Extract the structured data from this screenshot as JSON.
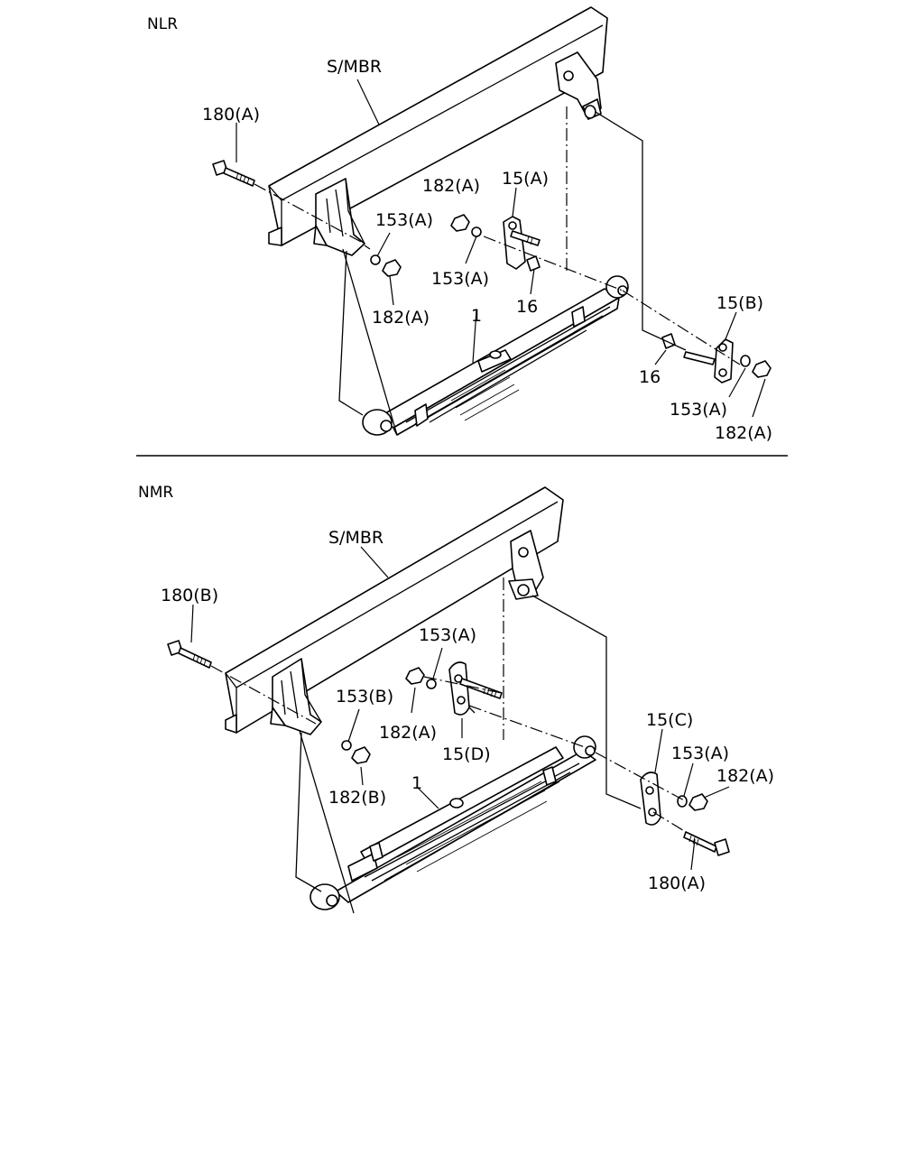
{
  "sections": [
    {
      "title": "NLR",
      "labels": {
        "frame": "S/MBR",
        "bolt_180a": "180(A)",
        "nut_182a_top": "182(A)",
        "shackle_15a": "15(A)",
        "washer_153a_front": "153(A)",
        "washer_153a_mid": "153(A)",
        "nut_182a_front": "182(A)",
        "bush_16_mid": "16",
        "spring_1": "1",
        "shackle_15b": "15(B)",
        "bush_16_rear": "16",
        "washer_153a_rear": "153(A)",
        "nut_182a_rear": "182(A)"
      }
    },
    {
      "title": "NMR",
      "labels": {
        "frame": "S/MBR",
        "bolt_180b": "180(B)",
        "washer_153a_top": "153(A)",
        "washer_153b": "153(B)",
        "nut_182a_mid": "182(A)",
        "plate_15d": "15(D)",
        "nut_182b": "182(B)",
        "spring_1": "1",
        "plate_15c": "15(C)",
        "washer_153a_rear": "153(A)",
        "nut_182a_rear": "182(A)",
        "bolt_180a": "180(A)"
      }
    }
  ]
}
